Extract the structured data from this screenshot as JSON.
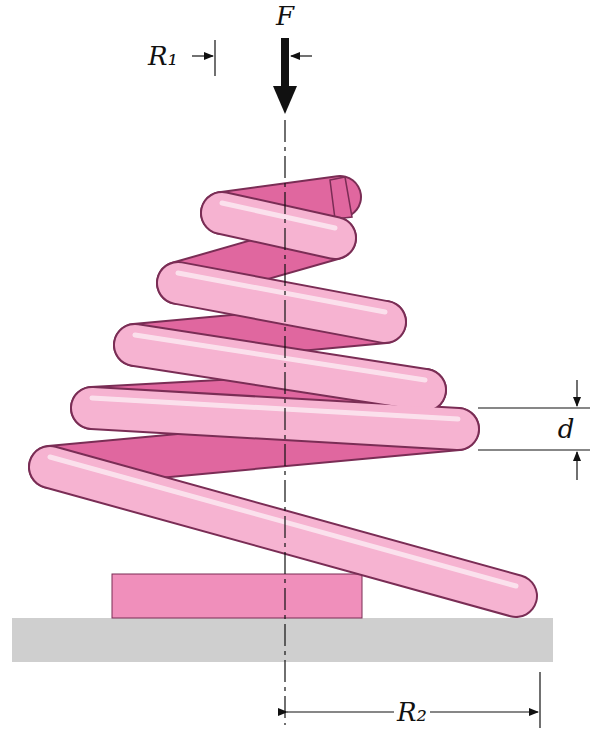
{
  "diagram": {
    "labels": [
      "F",
      "R₁",
      "d",
      "R₂"
    ]
  }
}
